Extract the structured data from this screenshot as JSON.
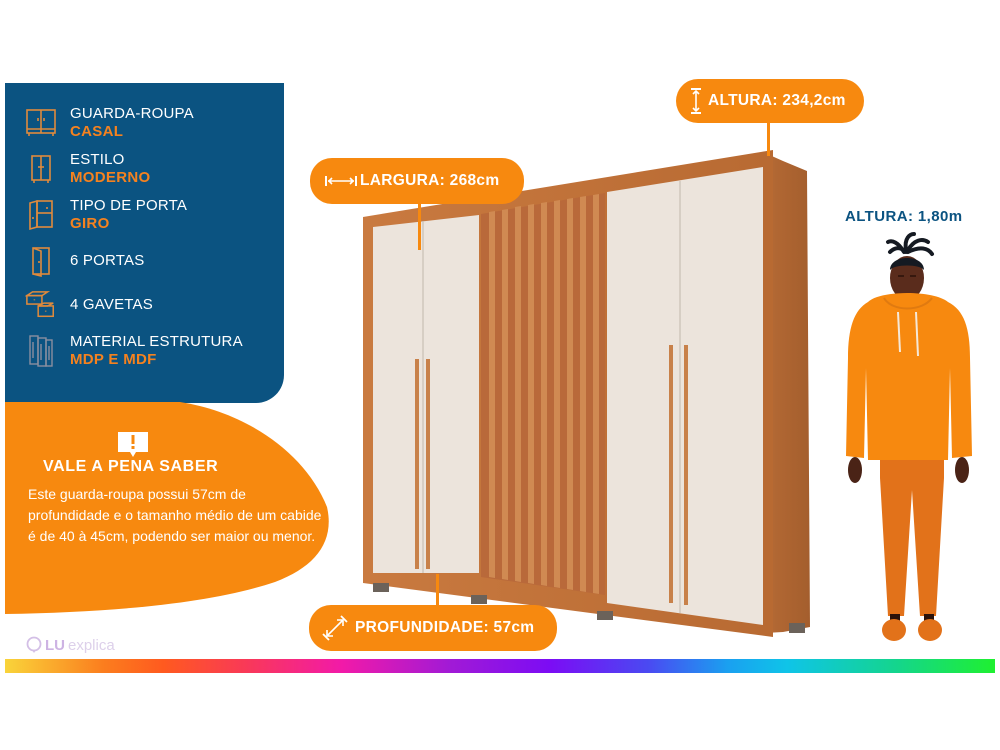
{
  "specs": [
    {
      "label": "GUARDA-ROUPA",
      "value": "CASAL",
      "icon": "wardrobe-icon"
    },
    {
      "label": "ESTILO",
      "value": "MODERNO",
      "icon": "cabinet-style-icon"
    },
    {
      "label": "TIPO DE PORTA",
      "value": "GIRO",
      "icon": "door-type-icon"
    },
    {
      "label": "6  PORTAS",
      "value": "",
      "icon": "door-icon"
    },
    {
      "label": "4 GAVETAS",
      "value": "",
      "icon": "drawers-icon"
    },
    {
      "label": "MATERIAL ESTRUTURA",
      "value": "MDP E MDF",
      "icon": "material-panels-icon"
    }
  ],
  "info": {
    "title": "VALE A PENA SABER",
    "body": "Este guarda-roupa possui 57cm de profundidade e o tamanho médio de um cabide é de 40 à 45cm, podendo ser maior ou menor.",
    "icon": "alert-speech-icon"
  },
  "dimensions": {
    "height": "ALTURA: 234,2cm",
    "width": "LARGURA: 268cm",
    "depth": "PROFUNDIDADE: 57cm"
  },
  "person": {
    "height_label": "ALTURA: 1,80m"
  },
  "logo": {
    "brand": "LU",
    "suffix": "explica"
  },
  "colors": {
    "panel_blue": "#0b5381",
    "accent_orange": "#f7890f",
    "wood": "#c9793f",
    "door_cream": "#ece4dc"
  }
}
